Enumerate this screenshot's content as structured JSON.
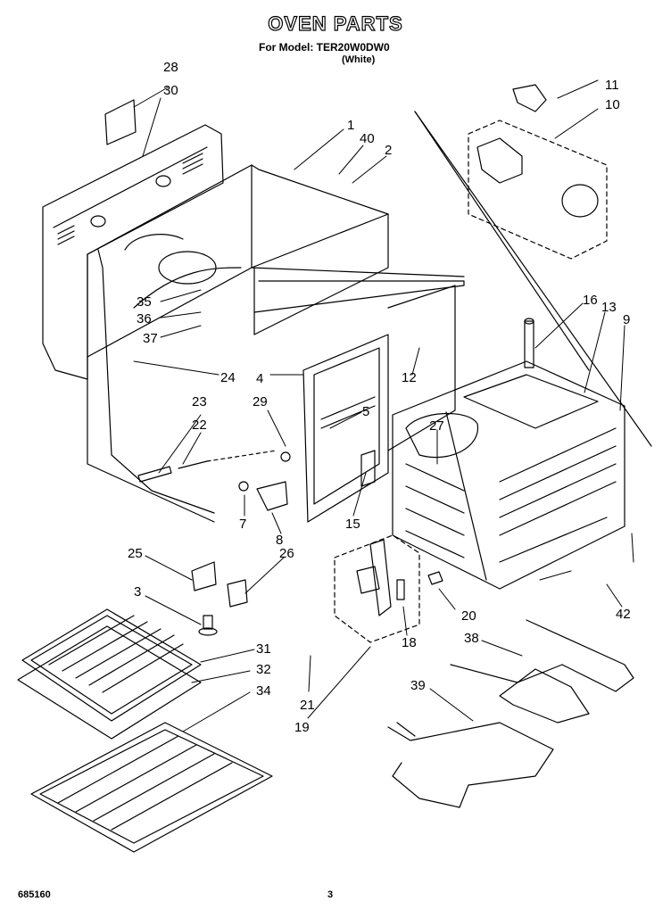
{
  "header": {
    "title": "OVEN PARTS",
    "model_line": "For Model: TER20W0DW0",
    "color_line": "(White)"
  },
  "footer": {
    "doc_number": "685160",
    "page_number": "3"
  },
  "callouts": [
    "28",
    "30",
    "1",
    "40",
    "2",
    "11",
    "10",
    "35",
    "36",
    "37",
    "24",
    "4",
    "29",
    "5",
    "23",
    "22",
    "27",
    "16",
    "13",
    "9",
    "12",
    "7",
    "8",
    "15",
    "25",
    "26",
    "3",
    "20",
    "42",
    "18",
    "38",
    "31",
    "32",
    "34",
    "21",
    "19",
    "39"
  ]
}
